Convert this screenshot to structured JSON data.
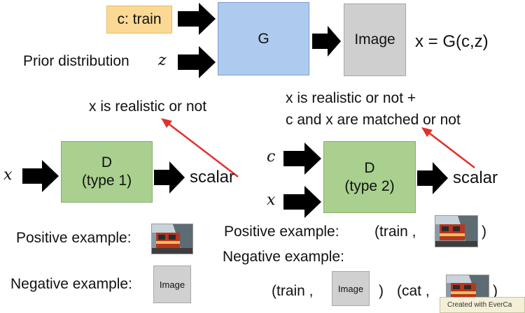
{
  "generator": {
    "condition_label": "c: train",
    "prior_label": "Prior distribution",
    "prior_var": "z",
    "g_label": "G",
    "output_label": "Image",
    "equation": "x = G(c,z)"
  },
  "disc1": {
    "annotation": "x is realistic or not",
    "input_var": "x",
    "box_title": "D",
    "box_sub": "(type 1)",
    "output_label": "scalar",
    "positive_label": "Positive example:",
    "negative_label": "Negative example:",
    "negative_thumb_label": "Image"
  },
  "disc2": {
    "annotation_line1": "x is realistic or not +",
    "annotation_line2": "c and x are matched or not",
    "input_c": "c",
    "input_x": "x",
    "box_title": "D",
    "box_sub": "(type 2)",
    "output_label": "scalar",
    "positive_label": "Positive example:",
    "positive_pair_open": "(train ,",
    "positive_pair_close": ")",
    "negative_label": "Negative example:",
    "neg1_open": "(train ,",
    "neg1_thumb_label": "Image",
    "neg1_close": ")",
    "neg2_open": "(cat ,",
    "neg2_close": ")"
  },
  "watermark": "Created with EverCa",
  "colors": {
    "generator_box": "#aecbef",
    "discriminator_box": "#a9d08e",
    "condition_box": "#fbd995",
    "image_box": "#cfcfcf",
    "annotation_arrow": "#e0322d"
  }
}
